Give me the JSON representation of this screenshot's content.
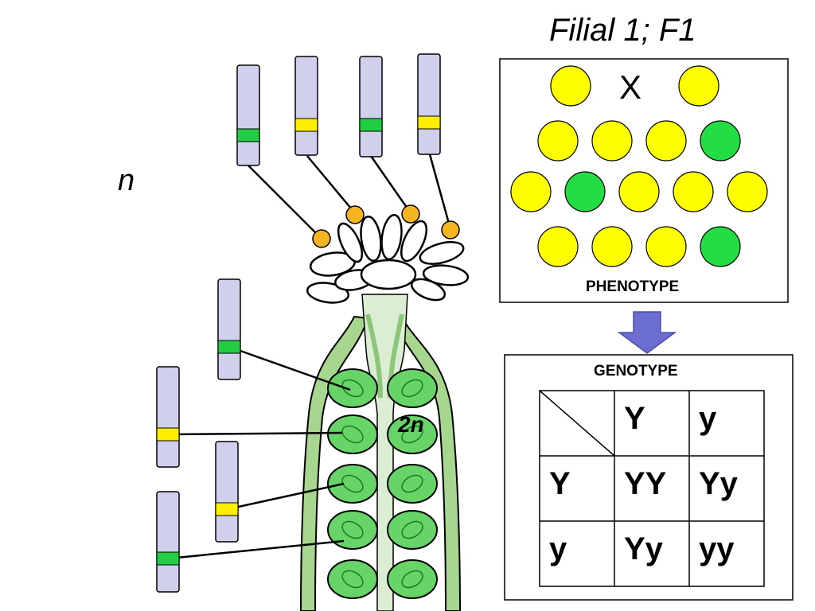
{
  "title": "Filial 1; F1",
  "haploid_label": "n",
  "diploid_label": "2n",
  "phenotype": {
    "label": "PHENOTYPE",
    "cross_symbol": "X",
    "colors": {
      "yellow": "#ffff00",
      "green": "#22dd44"
    },
    "parents": [
      "yellow",
      "yellow"
    ],
    "offspring_rows": [
      [
        "yellow",
        "yellow",
        "yellow",
        "green"
      ],
      [
        "yellow",
        "green",
        "yellow",
        "yellow",
        "yellow"
      ],
      [
        "yellow",
        "yellow",
        "yellow",
        "green"
      ]
    ]
  },
  "genotype": {
    "label": "GENOTYPE",
    "col_headers": [
      "Y",
      "y"
    ],
    "row_headers": [
      "Y",
      "y"
    ],
    "cells": [
      [
        "YY",
        "Yy"
      ],
      [
        "Yy",
        "yy"
      ]
    ]
  },
  "chromosomes": {
    "pollen": [
      "green",
      "yellow",
      "green",
      "yellow"
    ],
    "ovule": [
      "green",
      "yellow",
      "yellow",
      "green"
    ]
  }
}
